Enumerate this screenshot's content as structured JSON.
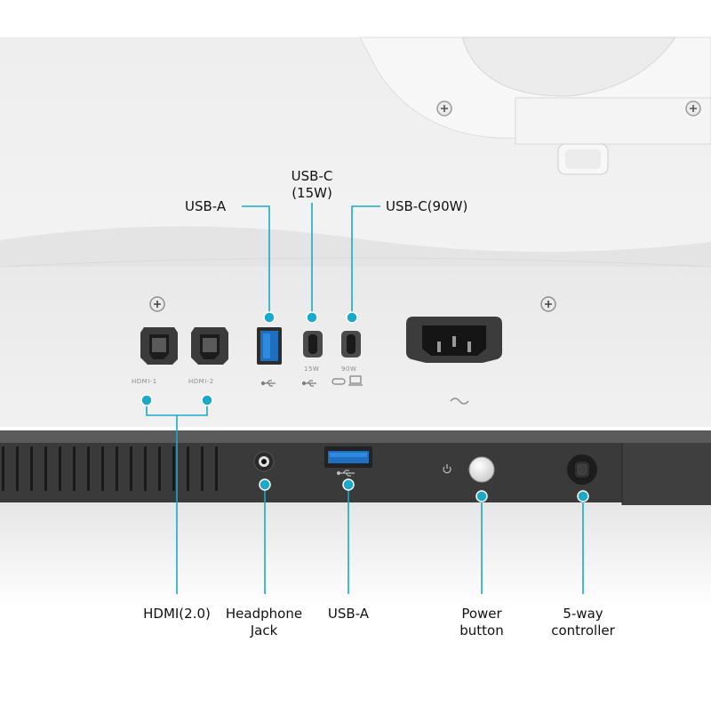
{
  "accent_color": "#1aa9c9",
  "top_labels": {
    "usb_a": "USB-A",
    "usb_c_15w_line1": "USB-C",
    "usb_c_15w_line2": "(15W)",
    "usb_c_90w": "USB-C(90W)"
  },
  "bottom_labels": {
    "hdmi": "HDMI(2.0)",
    "headphone_line1": "Headphone",
    "headphone_line2": "Jack",
    "usb_a": "USB-A",
    "power_line1": "Power",
    "power_line2": "button",
    "controller_line1": "5-way",
    "controller_line2": "controller"
  },
  "port_markings": {
    "hdmi1": "HDMI-1",
    "hdmi2": "HDMI-2",
    "c15": "15W",
    "c90": "90W"
  },
  "icons": [
    "screw-icon",
    "hdmi-port-icon",
    "usb-a-port-icon",
    "usb-c-port-icon",
    "power-socket-icon",
    "usb-symbol-icon",
    "laptop-icon",
    "power-symbol-icon",
    "ac-symbol-icon"
  ]
}
